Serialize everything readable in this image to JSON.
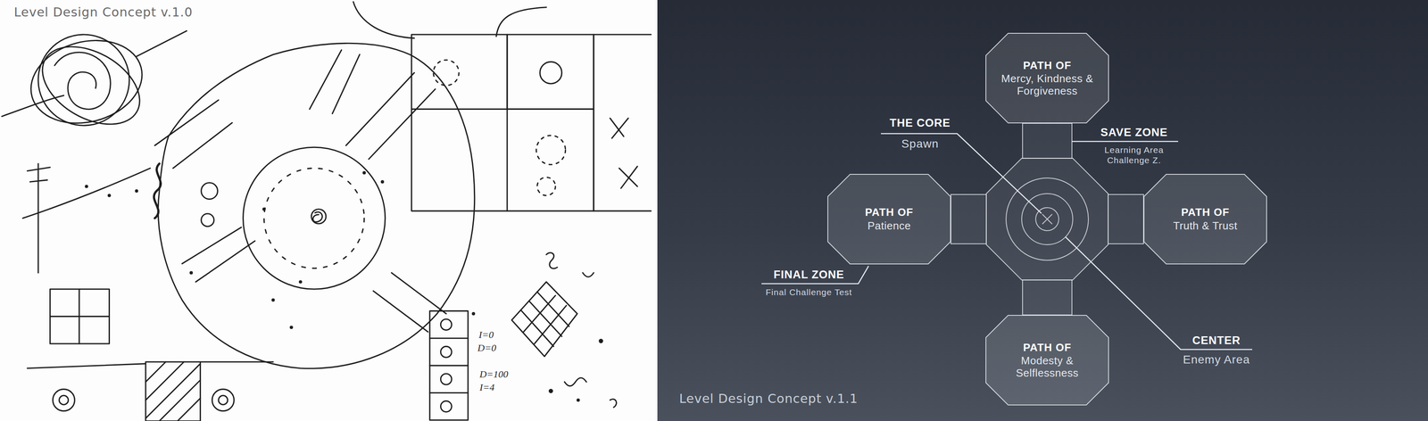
{
  "diagram": {
    "nodes": [
      {
        "text": [
          "PATH OF",
          "Mercy, Kindness & Forgiveness"
        ]
      },
      {
        "text": [
          "PATH OF",
          "Patience"
        ]
      },
      {
        "text": [
          "PATH OF",
          "Truth & Trust"
        ]
      },
      {
        "text": [
          "PATH OF",
          "Modesty & Selflessness"
        ]
      }
    ],
    "labels": [
      "Level Design Concept v.1.0",
      "I=0",
      "D=0",
      "D=100",
      "I=4",
      "THE CORE",
      "Spawn",
      "SAVE ZONE",
      "Learning Area Challenge Z.",
      "FINAL ZONE",
      "Final Challenge Test",
      "CENTER",
      "Enemy Area",
      "Level Design Concept v.1.1"
    ]
  }
}
